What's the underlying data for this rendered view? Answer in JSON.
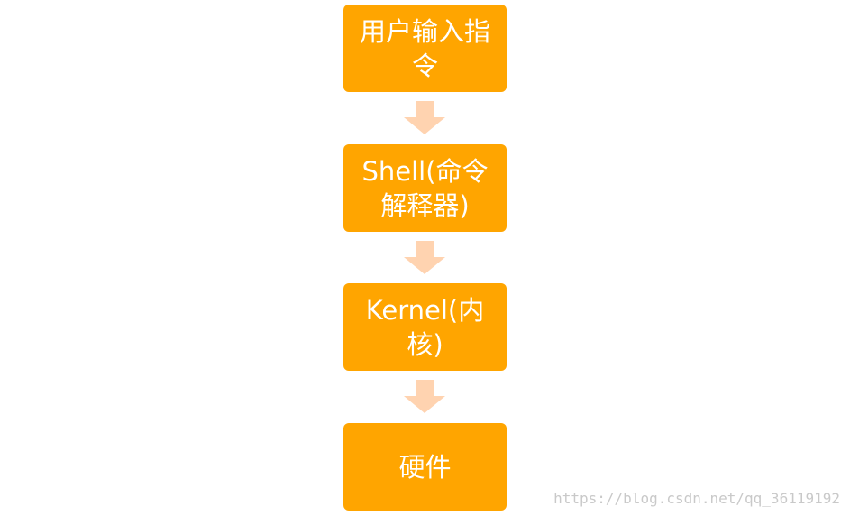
{
  "diagram": {
    "steps": [
      {
        "label": "用户输入指令"
      },
      {
        "label": "Shell(命令解释器)"
      },
      {
        "label": "Kernel(内核)"
      },
      {
        "label": "硬件"
      }
    ],
    "box_color": "#ffa500",
    "text_color": "#ffffff",
    "arrow_color": "#ffd3b0"
  },
  "watermark": {
    "text": "https://blog.csdn.net/qq_36119192"
  }
}
